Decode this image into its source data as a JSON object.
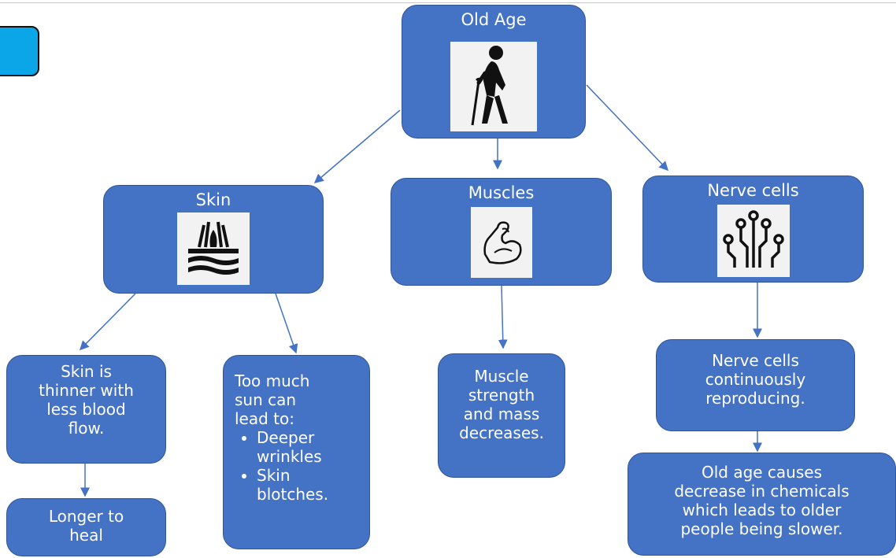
{
  "diagram": {
    "root": {
      "title": "Old Age",
      "icon": "old-man-with-cane-icon"
    },
    "branches": {
      "skin": {
        "title": "Skin",
        "icon": "skin-layers-hair-icon"
      },
      "muscles": {
        "title": "Muscles",
        "icon": "flexed-arm-icon"
      },
      "nerve": {
        "title": "Nerve cells",
        "icon": "nerve-circuit-icon"
      }
    },
    "leaves": {
      "skin_thin": [
        "Skin is",
        "thinner with",
        "less blood",
        "flow."
      ],
      "heal": [
        "Longer to",
        "heal"
      ],
      "sun": {
        "intro": [
          "Too much",
          "sun can",
          "lead to:"
        ],
        "bullets": [
          [
            "Deeper",
            "wrinkles"
          ],
          [
            "Skin",
            "blotches."
          ]
        ]
      },
      "muscle_strength": [
        "Muscle",
        "strength",
        "and mass",
        "decreases."
      ],
      "nerve_reproduce": [
        "Nerve cells",
        "continuously",
        "reproducing."
      ],
      "chemicals": [
        "Old age causes",
        "decrease in chemicals",
        "which leads to older",
        "people being slower."
      ]
    }
  },
  "colors": {
    "node_fill": "#4472c4",
    "node_border": "#2f5597",
    "corner_button": "#0aa6e8"
  }
}
